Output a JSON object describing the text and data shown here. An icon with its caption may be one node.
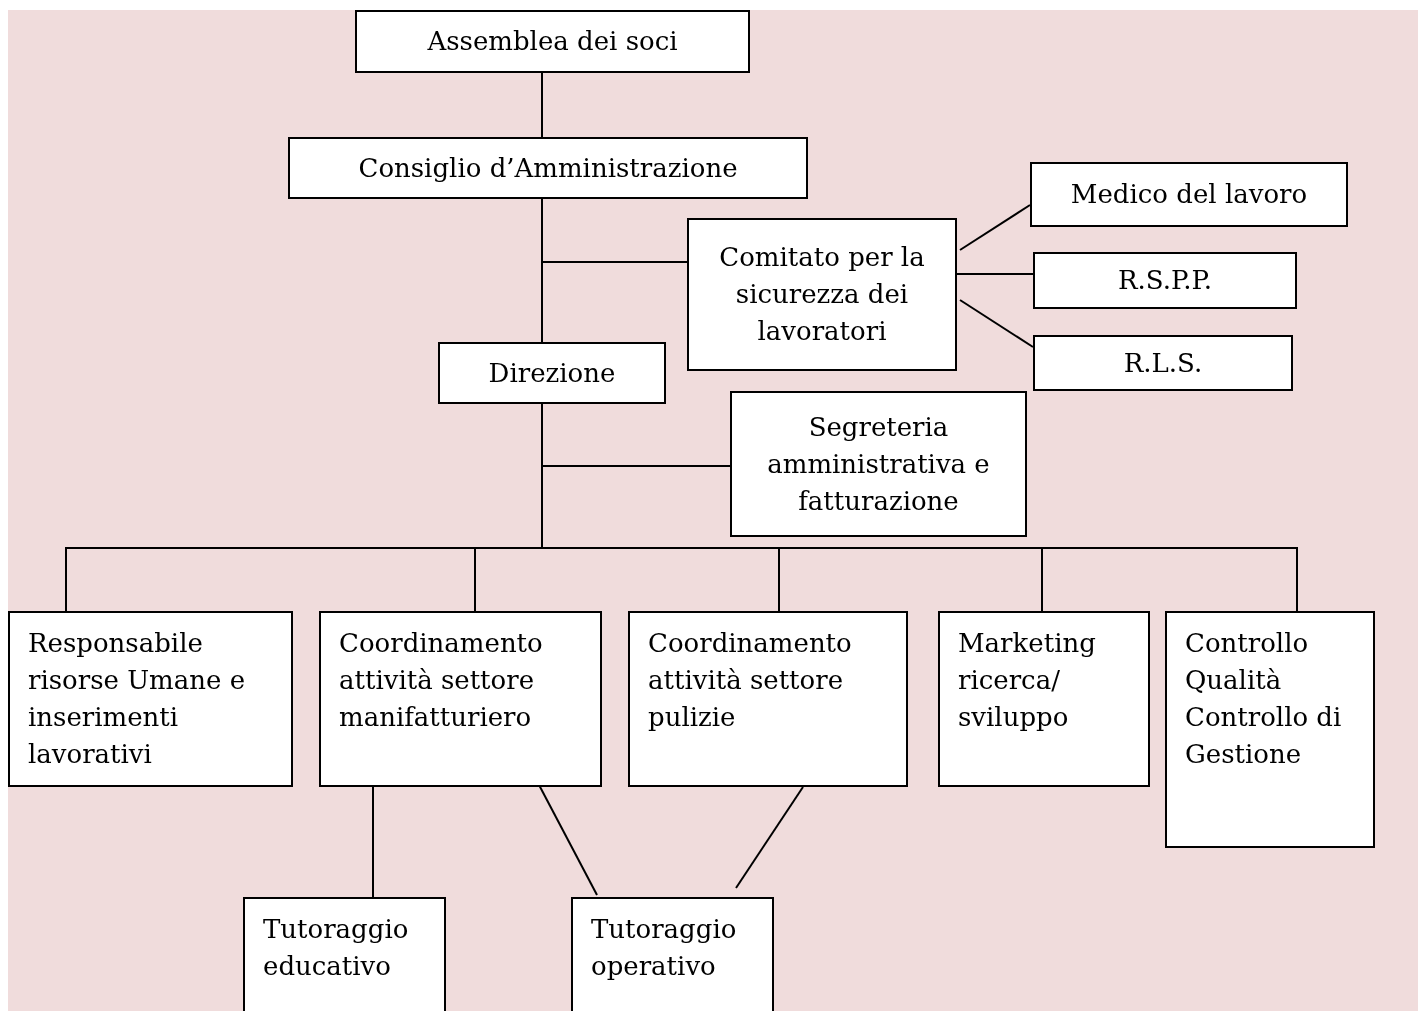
{
  "diagram": {
    "nodes": [
      {
        "text": [
          "Assemblea dei soci"
        ]
      },
      {
        "text": [
          "Consiglio d’Amministrazione"
        ]
      },
      {
        "text": [
          "Comitato per la sicurezza dei lavoratori"
        ]
      },
      {
        "text": [
          "Medico del lavoro"
        ]
      },
      {
        "text": [
          "R.S.P.P."
        ]
      },
      {
        "text": [
          "R.L.S."
        ]
      },
      {
        "text": [
          "Direzione"
        ]
      },
      {
        "text": [
          "Segreteria amministrativa e fatturazione"
        ]
      },
      {
        "text": [
          "Responsabile risorse Umane e inserimenti lavorativi"
        ]
      },
      {
        "text": [
          "Coordinamento attività settore manifatturiero"
        ]
      },
      {
        "text": [
          "Coordinamento attività settore pulizie"
        ]
      },
      {
        "text": [
          "Marketing ricerca/ sviluppo"
        ]
      },
      {
        "text": [
          "Controllo Qualità Controllo di Gestione"
        ]
      },
      {
        "text": [
          "Tutoraggio educativo"
        ]
      },
      {
        "text": [
          "Tutoraggio operativo"
        ]
      }
    ],
    "edges": [
      {
        "from": 0,
        "to": 1,
        "arrow": "none"
      },
      {
        "from": 1,
        "to": 6,
        "arrow": "none"
      },
      {
        "from": 1,
        "to": 2,
        "arrow": "none"
      },
      {
        "from": 2,
        "to": 3,
        "arrow": "none"
      },
      {
        "from": 2,
        "to": 4,
        "arrow": "none"
      },
      {
        "from": 2,
        "to": 5,
        "arrow": "none"
      },
      {
        "from": 6,
        "to": 7,
        "arrow": "none"
      },
      {
        "from": 6,
        "to": 8,
        "arrow": "none"
      },
      {
        "from": 6,
        "to": 9,
        "arrow": "none"
      },
      {
        "from": 6,
        "to": 10,
        "arrow": "none"
      },
      {
        "from": 6,
        "to": 11,
        "arrow": "none"
      },
      {
        "from": 6,
        "to": 12,
        "arrow": "none"
      },
      {
        "from": 9,
        "to": 13,
        "arrow": "none"
      },
      {
        "from": 9,
        "to": 14,
        "arrow": "none"
      },
      {
        "from": 10,
        "to": 14,
        "arrow": "none"
      }
    ]
  }
}
